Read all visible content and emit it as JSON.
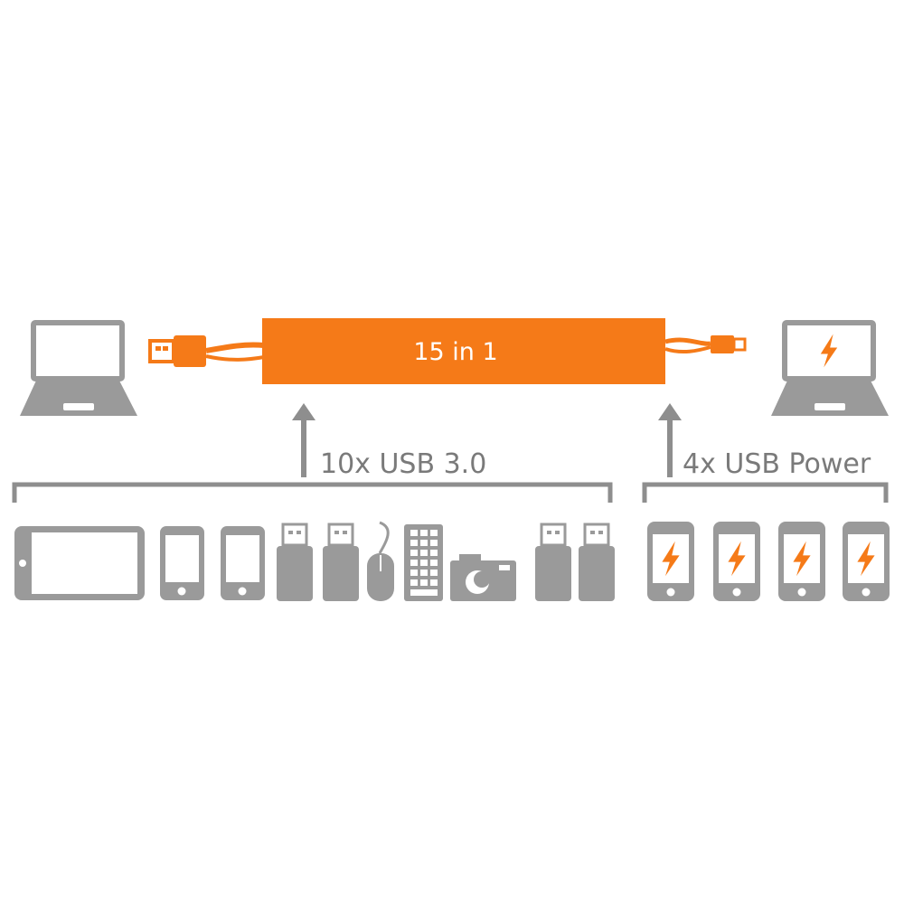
{
  "colors": {
    "accent": "#f57a18",
    "gray": "#9a9a9a",
    "dark_gray": "#7a7a7a",
    "white": "#ffffff"
  },
  "hub": {
    "label": "15 in 1"
  },
  "groups": {
    "data": {
      "label": "10x USB 3.0"
    },
    "power": {
      "label": "4x USB Power"
    }
  },
  "icons": {
    "host_laptop": "laptop-icon",
    "power_laptop": "laptop-charging-icon",
    "usb_a_plug": "usb-a-plug-icon",
    "micro_usb_plug": "micro-usb-plug-icon",
    "lightning": "lightning-bolt-icon"
  },
  "data_devices": [
    "tablet-icon",
    "smartphone-icon",
    "smartphone-icon",
    "usb-flash-drive-icon",
    "usb-flash-drive-icon",
    "mouse-icon",
    "keyboard-icon",
    "camera-icon",
    "usb-flash-drive-icon",
    "usb-flash-drive-icon"
  ],
  "power_devices": [
    "phone-charging-icon",
    "phone-charging-icon",
    "phone-charging-icon",
    "phone-charging-icon"
  ]
}
